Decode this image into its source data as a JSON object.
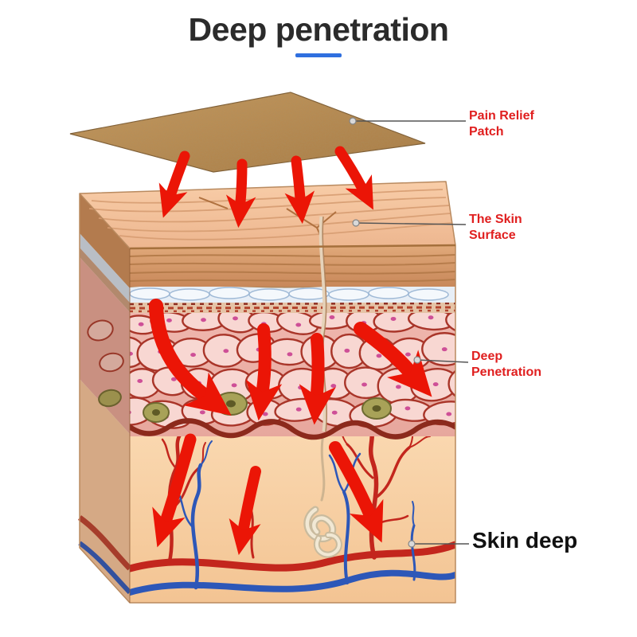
{
  "title": {
    "text": "Deep penetration"
  },
  "annotations": {
    "patch": "Pain Relief Patch",
    "skin_surface": "The Skin Surface",
    "deep_penetration": "Deep Penetration",
    "skin_deep": "Skin deep"
  },
  "colors": {
    "title_text": "#2b2b2b",
    "underline_blue": "#2f6fdf",
    "annotation_red": "#e01f1f",
    "annotation_black": "#111111",
    "arrow_red": "#eb1506",
    "patch_brown": "#b8854e",
    "vessel_red": "#c3261d",
    "vessel_blue": "#2d57b8"
  },
  "icons": {
    "patch_shape": "adhesive-patch",
    "arrows": "penetration-arrows"
  }
}
